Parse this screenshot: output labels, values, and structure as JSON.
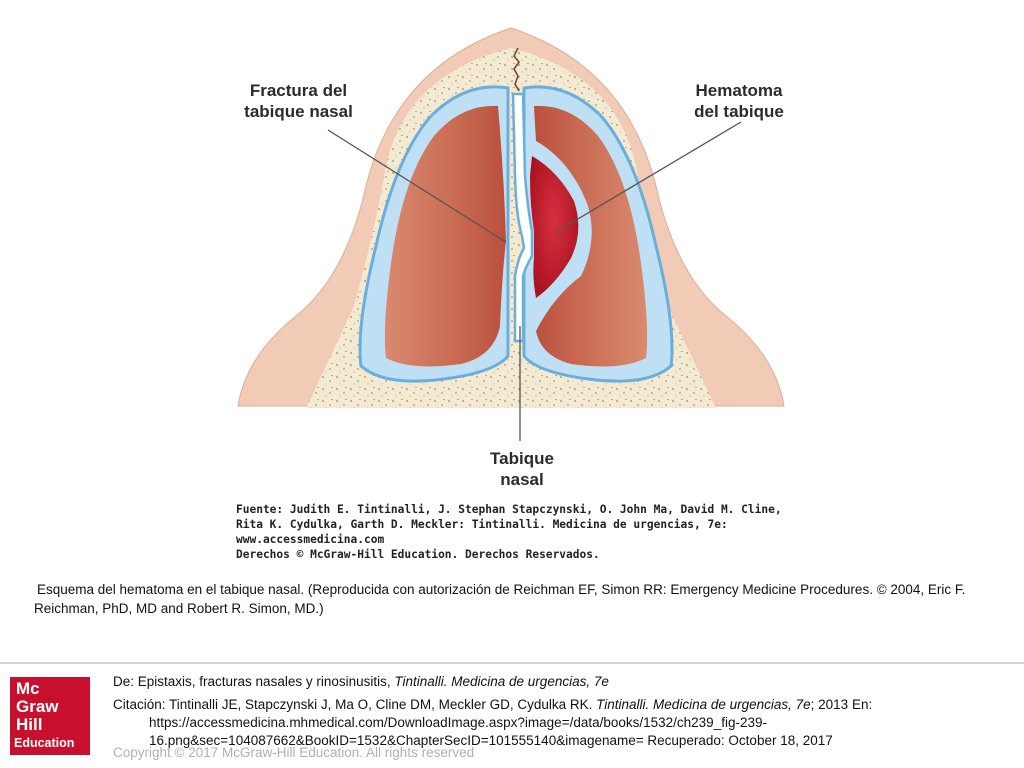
{
  "figure": {
    "labels": {
      "fracture": [
        "Fractura del",
        "tabique nasal"
      ],
      "hematoma": [
        "Hematoma",
        "del tabique"
      ],
      "septum": [
        "Tabique",
        "nasal"
      ]
    },
    "source_lines": [
      "Fuente: Judith E. Tintinalli, J. Stephan Stapczynski, O. John Ma, David M. Cline,",
      "Rita K. Cydulka, Garth D. Meckler: Tintinalli. Medicina de urgencias, 7e:",
      "www.accessmedicina.com",
      "Derechos © McGraw-Hill Education. Derechos Reservados."
    ]
  },
  "caption": "Esquema del hematoma en el tabique nasal. (Reproducida con autorización de Reichman EF, Simon RR: Emergency Medicine Procedures. © 2004, Eric F. Reichman, PhD, MD and Robert R. Simon, MD.)",
  "citation": {
    "from_prefix": "De: Epistaxis, fracturas nasales y rinosinusitis, ",
    "from_book": "Tintinalli. Medicina de urgencias, 7e",
    "cite_prefix": "Citación: Tintinalli JE, Stapczynski J, Ma O, Cline DM, Meckler GD, Cydulka RK",
    "cite_sep": ". ",
    "cite_book": "Tintinalli. Medicina de urgencias, 7e",
    "cite_suffix": "; 2013 En:",
    "url_line1": "https://accessmedicina.mhmedical.com/DownloadImage.aspx?image=/data/books/1532/ch239_fig-239-",
    "url_line2": "16.png&sec=104087662&BookID=1532&ChapterSecID=101555140&imagename= Recuperado: October 18, 2017"
  },
  "copyright": "Copyright © 2017 McGraw-Hill Education. All rights reserved",
  "logo": {
    "lines": [
      "Mc",
      "Graw",
      "Hill",
      "Education"
    ]
  },
  "colors": {
    "skin": "#f2cbb6",
    "bone": "#f3ead3",
    "mucosa": "#bfe0f4",
    "mucosa_edge": "#6aaedb",
    "cavity": "#cf6e57",
    "hematoma": "#b8192a",
    "logo_red": "#c8102e"
  }
}
